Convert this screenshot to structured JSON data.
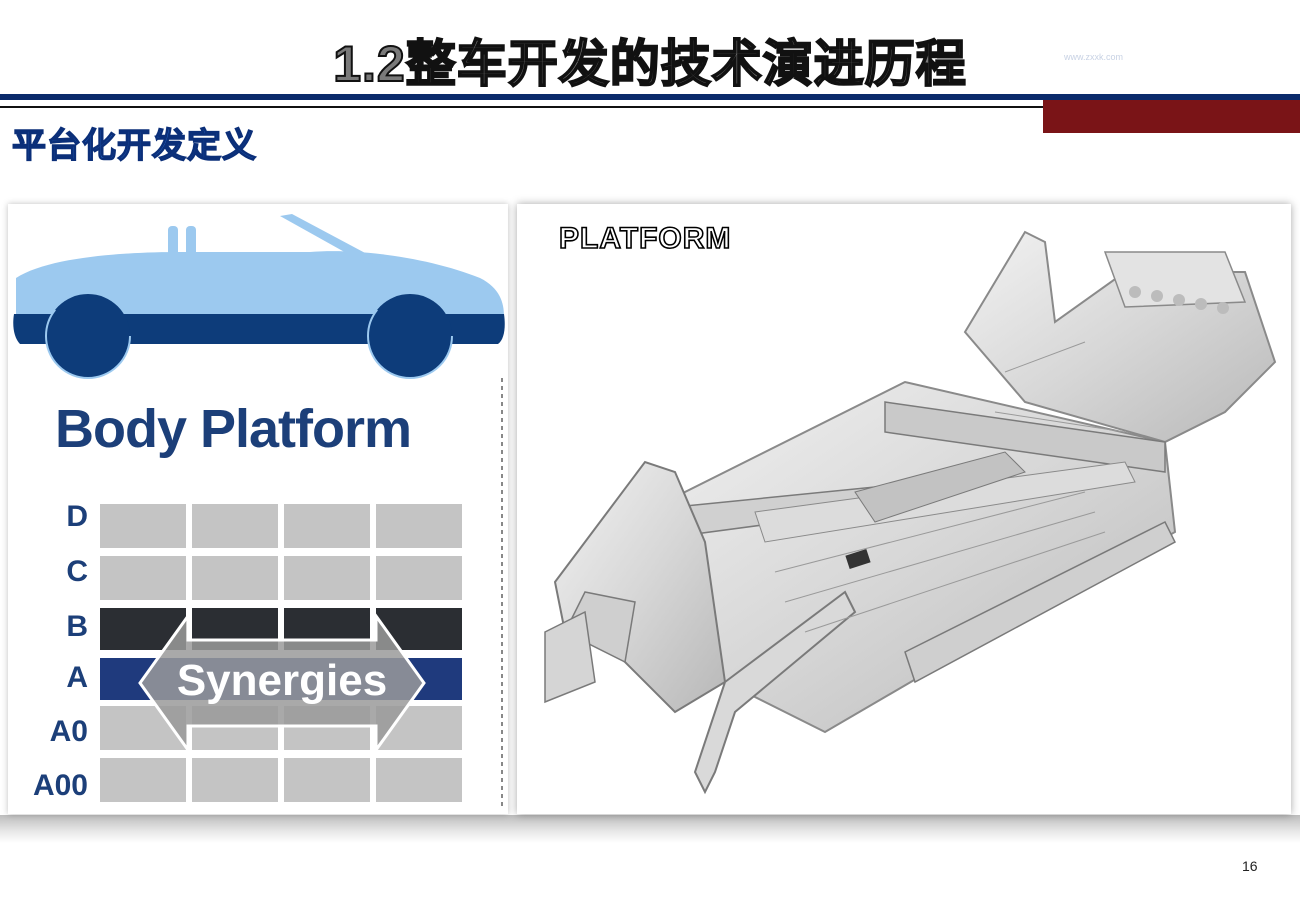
{
  "slide": {
    "title": "1.2整车开发的技术演进历程",
    "watermark": "www.zxxk.com",
    "subtitle": "平台化开发定义",
    "page_number": "16"
  },
  "left_panel": {
    "heading": "Body Platform",
    "rows": [
      "D",
      "C",
      "B",
      "A",
      "A0",
      "A00"
    ],
    "arrow_label": "Synergies"
  },
  "right_panel": {
    "label": "PLATFORM"
  },
  "colors": {
    "title_rule": "#0b2a6b",
    "accent_block": "#7a1417",
    "subtitle": "#2a6fd3",
    "car_light": "#9cc9ef",
    "car_dark": "#0d3c7a",
    "grid_grey": "#c4c4c4",
    "row_b": "#2b2e33",
    "row_a": "#1f3a7d"
  }
}
